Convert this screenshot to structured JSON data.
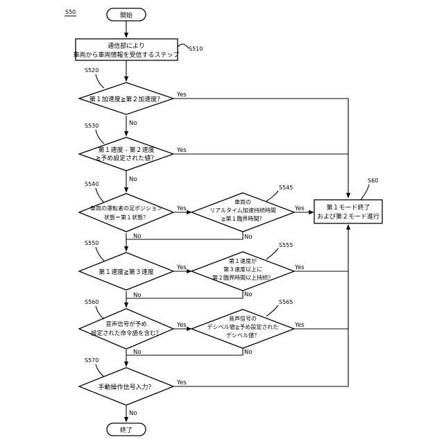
{
  "diagram": {
    "figure_label": "S50",
    "start": "開始",
    "end": "終了",
    "s510": {
      "label": "S510",
      "lines": [
        "通信部により",
        "車両から車両情報を受信するステップ"
      ]
    },
    "s520": {
      "label": "S520",
      "lines": [
        "第１加速度≧第２加速度？"
      ]
    },
    "s530": {
      "label": "S530",
      "lines": [
        "第１速度 - 第２速度",
        "≧予め設定された値？"
      ]
    },
    "s540": {
      "label": "S540",
      "lines": [
        "車両の運転者の足ポジション",
        "状態＝第１状態？"
      ]
    },
    "s545": {
      "label": "S545",
      "lines": [
        "車両の",
        "リアルタイム加速持続時間",
        "≧第１臨界時間？"
      ]
    },
    "s550": {
      "label": "S550",
      "lines": [
        "第１速度≧第３速度"
      ]
    },
    "s555": {
      "label": "S555",
      "lines": [
        "第１速度が",
        "第３速度以上に",
        "第２臨界時間以上持続？"
      ]
    },
    "s560": {
      "label": "S560",
      "lines": [
        "音声信号が予め",
        "設定された命令語を含む？"
      ]
    },
    "s565": {
      "label": "S565",
      "lines": [
        "音声信号の",
        "デシベル値≧予め設定された",
        "デシベル値？"
      ]
    },
    "s570": {
      "label": "S570",
      "lines": [
        "手動操作信号入力？"
      ]
    },
    "s60": {
      "label": "S60",
      "lines": [
        "第１モード終了",
        "および第２モード進行"
      ]
    },
    "yes": "Yes",
    "no": "No"
  }
}
